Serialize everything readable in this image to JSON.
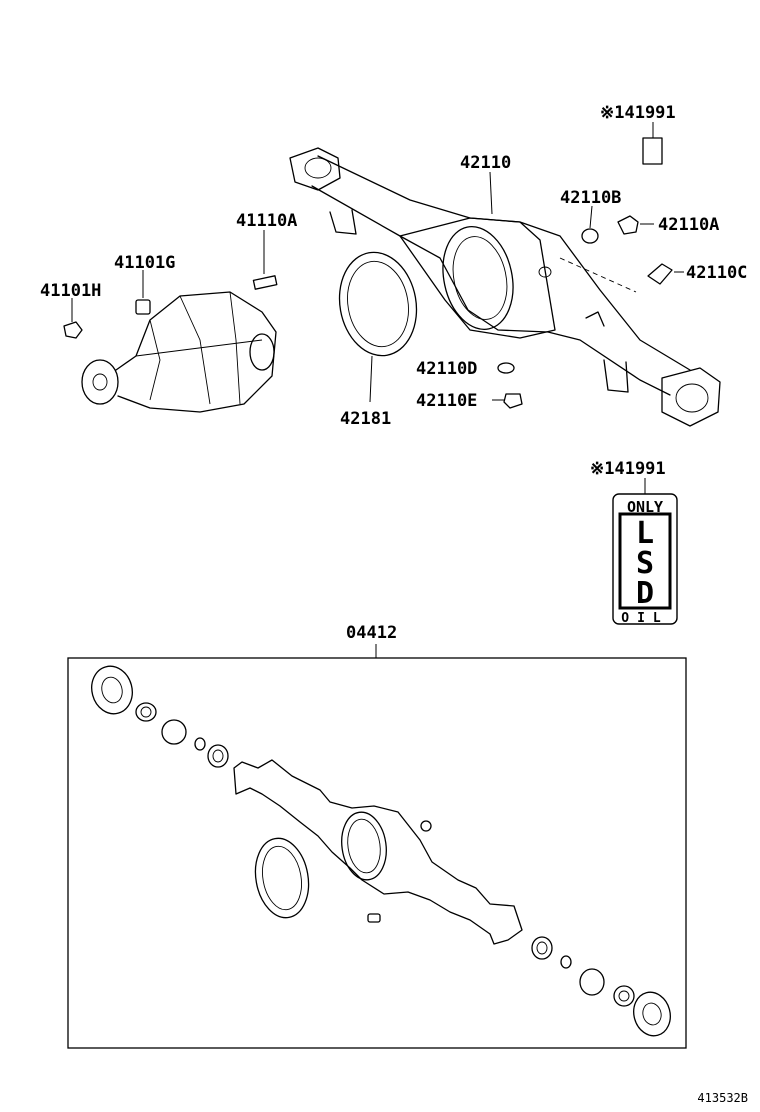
{
  "callouts": {
    "p41991_top": "※141991",
    "p42110": "42110",
    "p42110B": "42110B",
    "p42110A_right": "42110A",
    "p42110C": "42110C",
    "p41110A": "41110A",
    "p41101G": "41101G",
    "p41101H": "41101H",
    "p42110D": "42110D",
    "p42110E": "42110E",
    "p42181": "42181",
    "p41991_label": "※141991",
    "p04412": "04412"
  },
  "lsd_label": {
    "top": "ONLY",
    "l1": "L",
    "l2": "S",
    "l3": "D",
    "bottom": "OIL"
  },
  "figure_code": "413532B"
}
